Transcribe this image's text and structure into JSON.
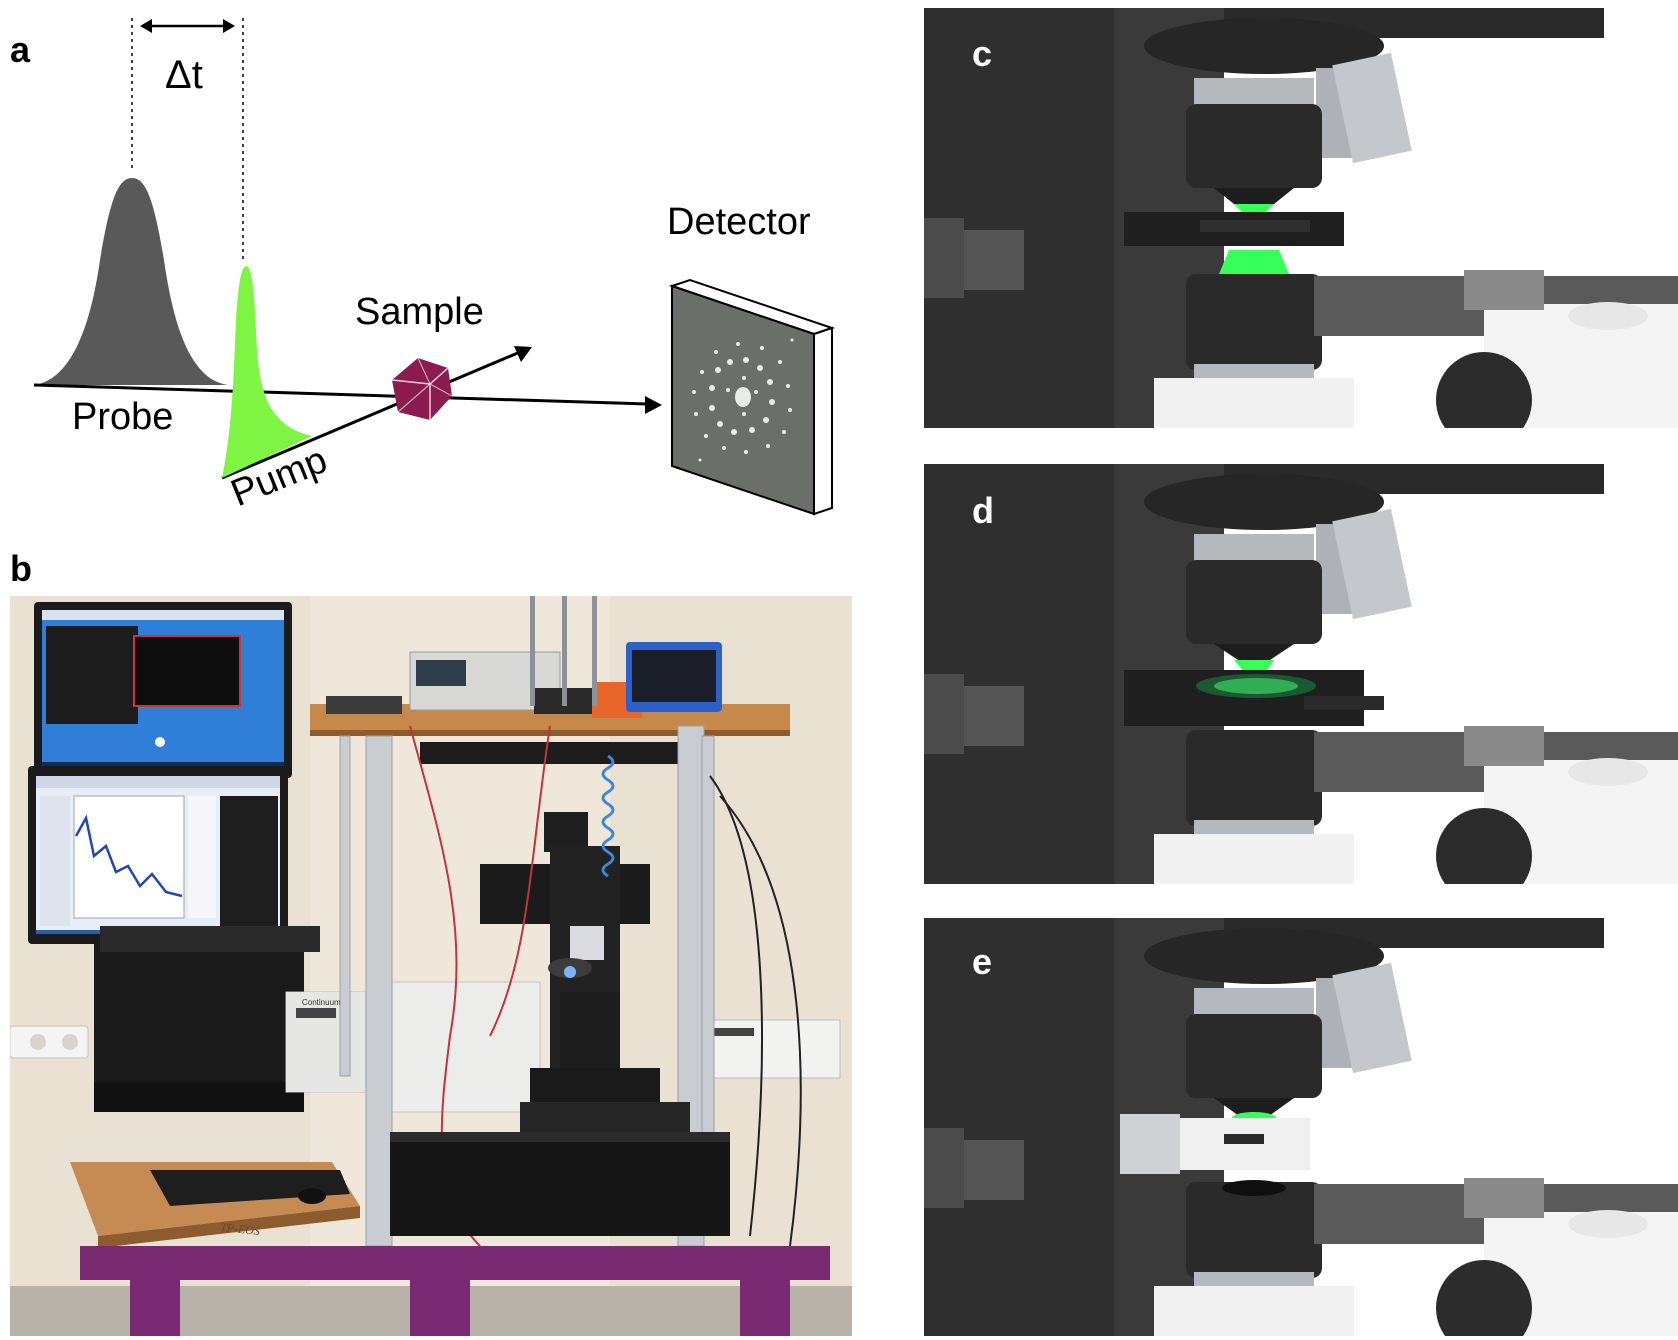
{
  "panels": {
    "a": {
      "letter": "a",
      "delta_t": "Δt",
      "probe": "Probe",
      "pump": "Pump",
      "sample": "Sample",
      "detector": "Detector"
    },
    "b": {
      "letter": "b",
      "laptop_text": "TP-EOS",
      "instrument_brand": "Continuum"
    },
    "c": {
      "letter": "c"
    },
    "d": {
      "letter": "d"
    },
    "e": {
      "letter": "e"
    }
  },
  "colors": {
    "probe_pulse": "#595959",
    "pump_pulse": "#7ef542",
    "sample_crystal": "#8c1c4f",
    "detector_face": "#6b6f69",
    "microscope_body": "#2f2f2f",
    "green_light": "#37ff5a",
    "bench_purple": "#7a2a72"
  }
}
